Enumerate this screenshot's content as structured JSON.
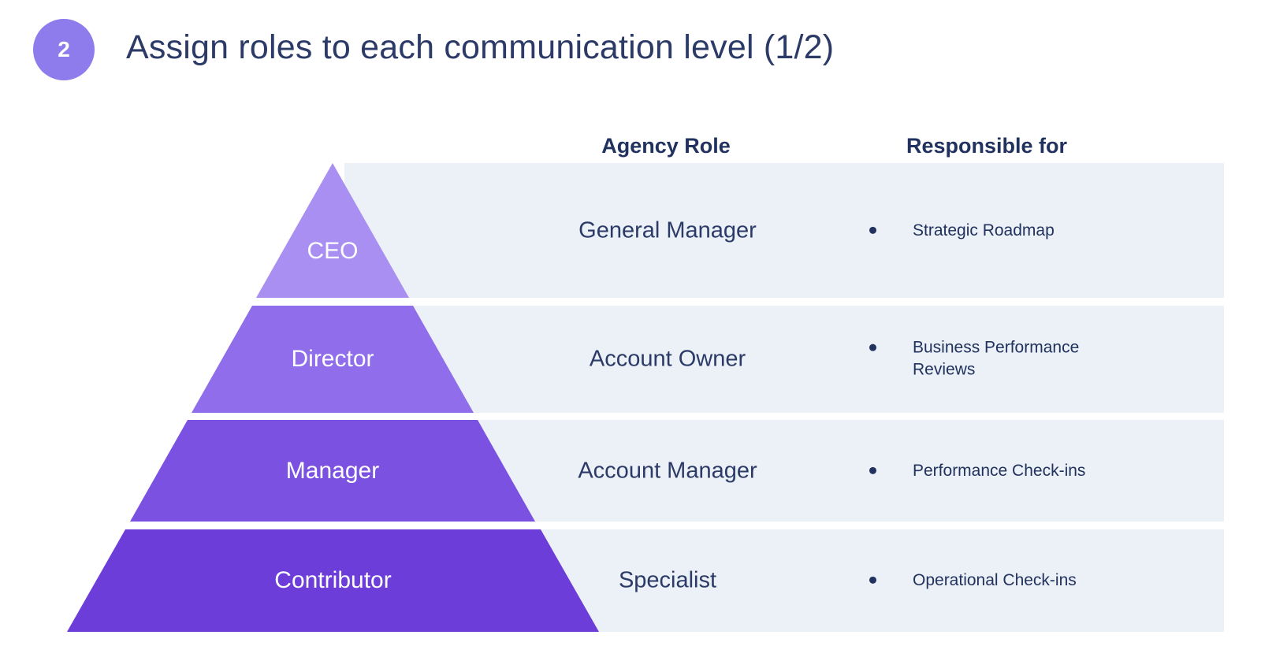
{
  "slide": {
    "badge_number": "2",
    "title": "Assign roles to each communication level (1/2)"
  },
  "table": {
    "headers": {
      "agency_role": "Agency Role",
      "responsible_for": "Responsible for"
    },
    "rows": [
      {
        "level": "CEO",
        "agency_role": "General Manager",
        "responsible": "Strategic Roadmap",
        "color": "#a98ff2"
      },
      {
        "level": "Director",
        "agency_role": "Account Owner",
        "responsible": "Business Performance Reviews",
        "color": "#8f6deb"
      },
      {
        "level": "Manager",
        "agency_role": "Account Manager",
        "responsible": "Performance Check-ins",
        "color": "#7b51e2"
      },
      {
        "level": "Contributor",
        "agency_role": "Specialist",
        "responsible": "Operational Check-ins",
        "color": "#6c3dd8"
      }
    ]
  },
  "colors": {
    "badge_background": "#8e7bec",
    "band_background": "#ebf1f6",
    "heading_text": "#2b3a67",
    "bullet": "#22325f"
  }
}
